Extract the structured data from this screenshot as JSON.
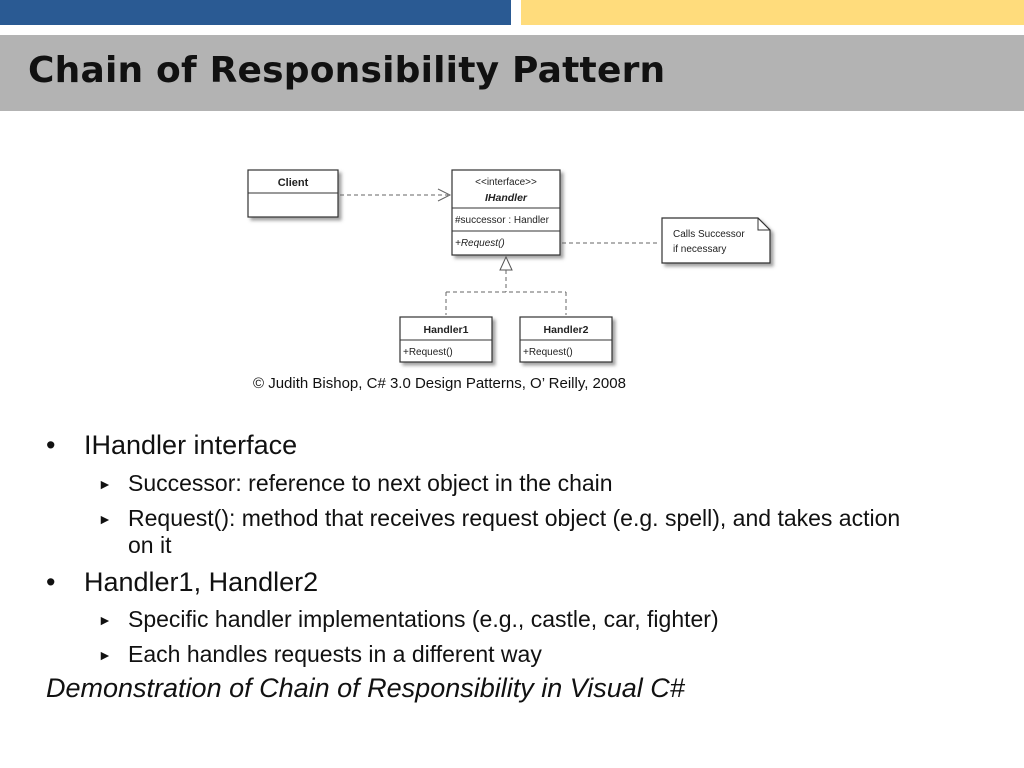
{
  "slide": {
    "title": "Chain of Responsibility Pattern",
    "colors": {
      "top_bar_left": "#2a5a93",
      "top_bar_right": "#ffdc7c",
      "title_band": "#b3b3b3"
    }
  },
  "diagram": {
    "client": {
      "name": "Client"
    },
    "ihandler": {
      "stereotype": "<<interface>>",
      "name": "IHandler",
      "attribute": "#successor : Handler",
      "operation": "+Request()"
    },
    "note": {
      "line1": "Calls Successor",
      "line2": "if necessary"
    },
    "handler1": {
      "name": "Handler1",
      "operation": "+Request()"
    },
    "handler2": {
      "name": "Handler2",
      "operation": "+Request()"
    },
    "caption": "© Judith Bishop, C# 3.0 Design Patterns, O’ Reilly, 2008"
  },
  "bullets": [
    {
      "text": "IHandler interface",
      "sub": [
        {
          "text": "Successor: reference to next object in the chain"
        },
        {
          "text": "Request(): method that receives request object (e.g. spell), and takes action on it"
        }
      ]
    },
    {
      "text": "Handler1, Handler2",
      "sub": [
        {
          "text": "Specific handler implementations (e.g., castle, car, fighter)"
        },
        {
          "text": "Each handles requests in a different way"
        }
      ]
    }
  ],
  "demo_line": "Demonstration of Chain of Responsibility in Visual C#",
  "symbols": {
    "bullet": "•",
    "arrow": "►"
  }
}
